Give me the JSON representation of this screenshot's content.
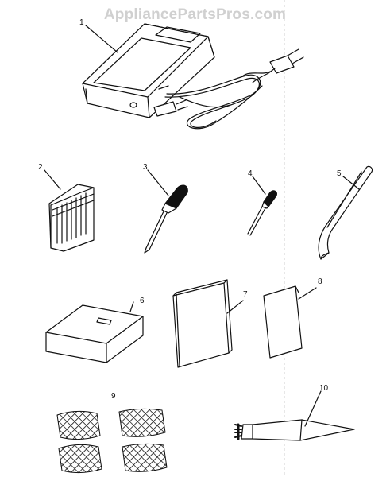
{
  "watermark": "AppliancePartsPros.com",
  "callouts": {
    "c1": "1",
    "c2": "2",
    "c3": "3",
    "c4": "4",
    "c5": "5",
    "c6": "6",
    "c7": "7",
    "c8": "8",
    "c9": "9",
    "c10": "10"
  },
  "colors": {
    "ink": "#111111",
    "paper": "#ffffff",
    "watermark": "#d0d0d0"
  }
}
